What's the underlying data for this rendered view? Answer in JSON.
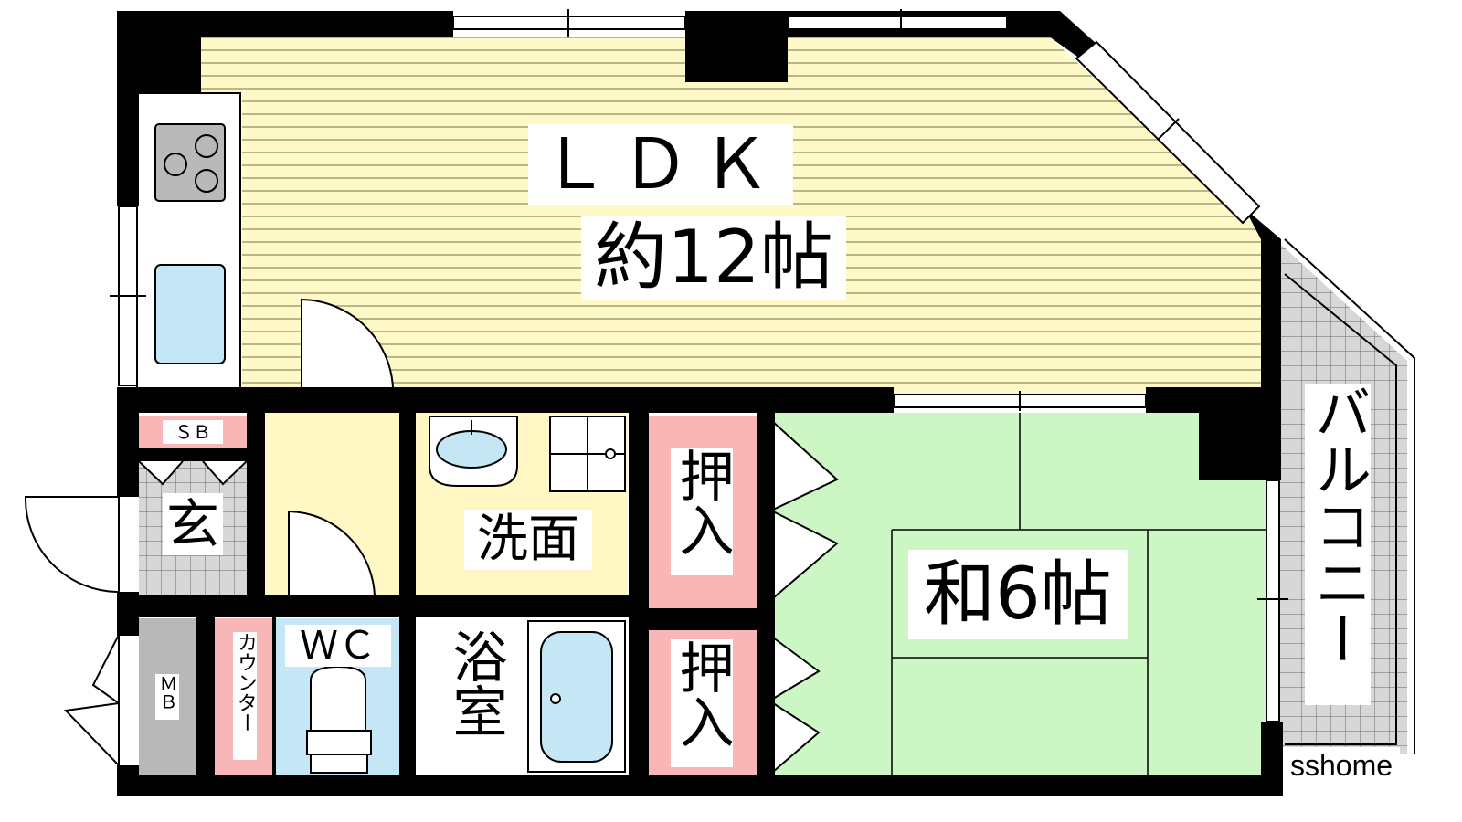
{
  "rooms": {
    "ldk_name": "ＬＤＫ",
    "ldk_size": "約12帖",
    "washitsu": "和6帖",
    "senmen": "洗面",
    "yokushitsu": "浴室",
    "wc": "ＷＣ",
    "genkan": "玄",
    "sb": "ＳＢ",
    "mb": "ＭＢ",
    "counter": "カウンター",
    "oshiire_top": "押入",
    "oshiire_bottom": "押入",
    "balcony": "バルコニー"
  },
  "watermark": "sshome",
  "colors": {
    "ldk_floor": "#fff9c8",
    "ldk_lines": "#9a9a70",
    "tatami": "#ccf7c4",
    "utility": "#fff7c4",
    "oshiire": "#f8b6b6",
    "tile": "#d7d7d7",
    "wall": "#000000",
    "fixture_blue": "#c4e6f5",
    "wc_floor": "#c4e6f5",
    "mb_grey": "#b8b8b8",
    "stove_grey": "#b9b9b9"
  }
}
